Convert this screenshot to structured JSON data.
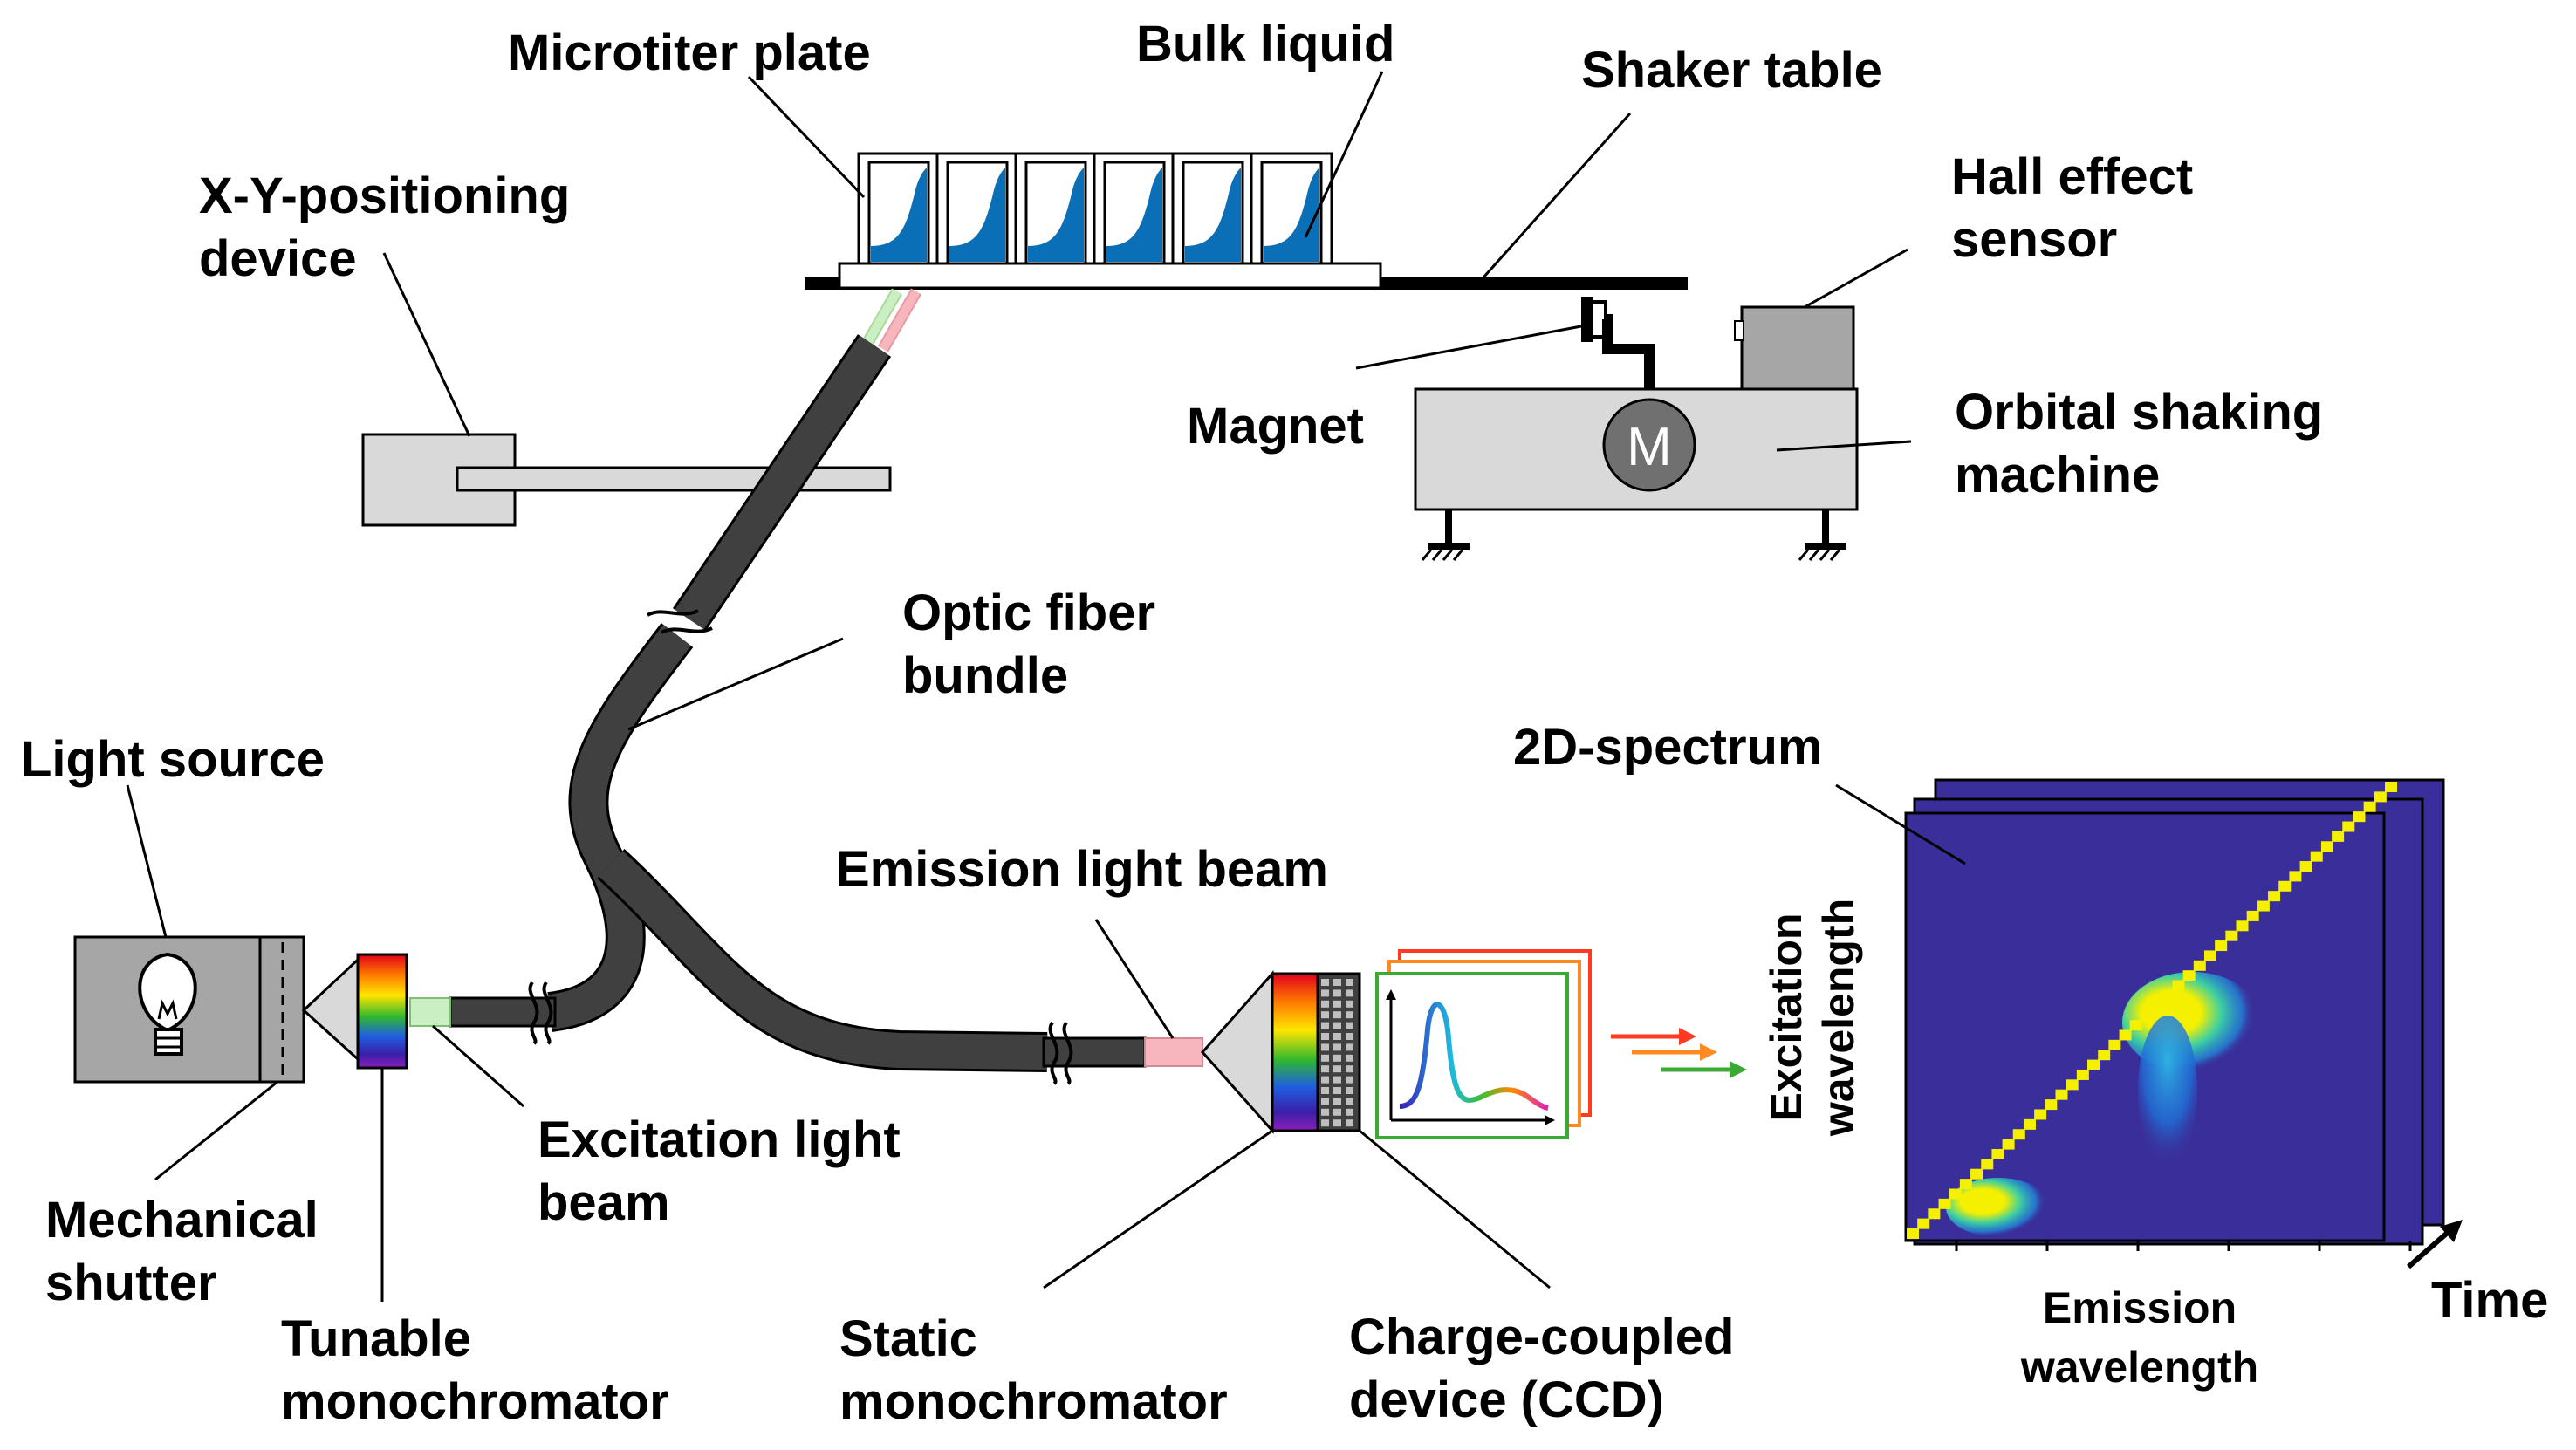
{
  "labels": {
    "microtiter_plate": "Microtiter plate",
    "bulk_liquid": "Bulk liquid",
    "shaker_table": "Shaker table",
    "xy_device_1": "X-Y-positioning",
    "xy_device_2": "device",
    "hall_sensor_1": "Hall effect",
    "hall_sensor_2": "sensor",
    "magnet": "Magnet",
    "orbital_1": "Orbital shaking",
    "orbital_2": "machine",
    "optic_fiber_1": "Optic fiber",
    "optic_fiber_2": "bundle",
    "light_source": "Light source",
    "two_d_spectrum": "2D-spectrum",
    "emission_beam": "Emission light beam",
    "excitation_beam_1": "Excitation light",
    "excitation_beam_2": "beam",
    "mechanical_shutter_1": "Mechanical",
    "mechanical_shutter_2": "shutter",
    "tunable_mono_1": "Tunable",
    "tunable_mono_2": "monochromator",
    "static_mono_1": "Static",
    "static_mono_2": "monochromator",
    "ccd_1": "Charge-coupled",
    "ccd_2": "device (CCD)",
    "excitation_axis_1": "Excitation",
    "excitation_axis_2": "wavelength",
    "emission_axis_1": "Emission",
    "emission_axis_2": "wavelength",
    "time": "Time",
    "motor": "M"
  },
  "colors": {
    "device_gray": "#d9d9d9",
    "fiber": "#404040",
    "well_liquid": "#0b6fb8",
    "spectrum_bg": "#3a2f9a",
    "spectrum_line": "#f5f000",
    "excitation_beam": "#c9efc2",
    "emission_beam": "#f7b6bd",
    "ccd_frame_green": "#3aaa35",
    "ccd_frame_orange": "#ff8a1f",
    "ccd_frame_red": "#ff3a1f"
  }
}
